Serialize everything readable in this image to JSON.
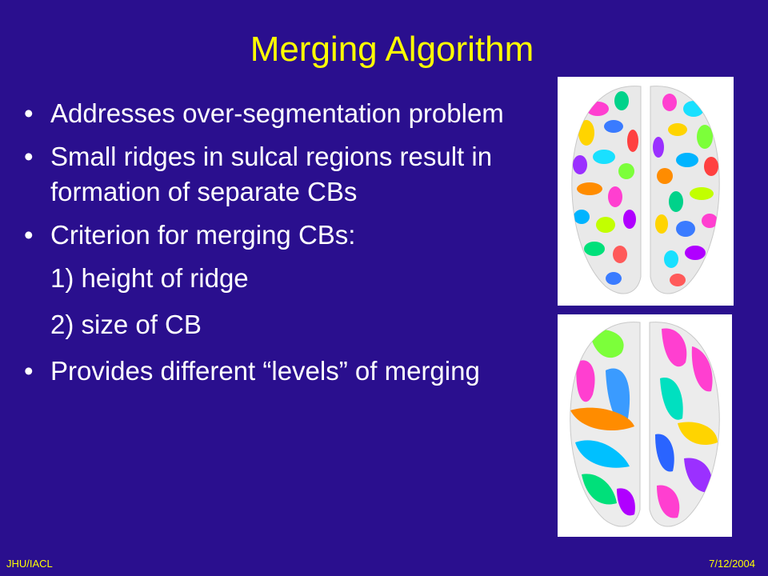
{
  "slide": {
    "title": "Merging Algorithm",
    "bullet_glyph": "•",
    "bullets": [
      "Addresses over-segmentation problem",
      "Small ridges in sulcal regions result in formation of separate CBs",
      "Criterion for merging CBs:"
    ],
    "criteria": [
      "1) height of ridge",
      "2) size of CB"
    ],
    "last_bullet": "Provides different “levels” of merging",
    "footer_left": "JHU/IACL",
    "footer_right": "7/12/2004"
  },
  "images": {
    "top": {
      "description_icon": "brain-over-segmented-image"
    },
    "bottom": {
      "description_icon": "brain-merged-image"
    }
  },
  "colors": {
    "background": "#2a0f8e",
    "title": "#ffff00",
    "text": "#ffffff",
    "footer": "#ffff00"
  }
}
